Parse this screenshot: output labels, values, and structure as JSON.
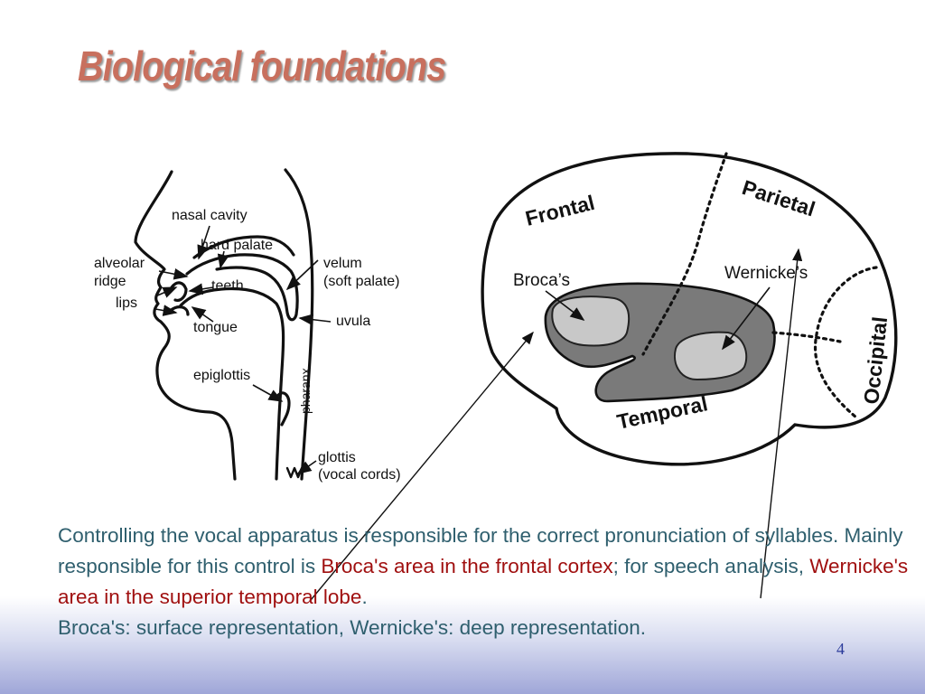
{
  "slide": {
    "title": "Biological foundations",
    "page_number": "4"
  },
  "vocal_tract": {
    "labels": {
      "nasal_cavity": "nasal cavity",
      "hard_palate": "hard palate",
      "alveolar": "alveolar",
      "ridge": "ridge",
      "lips": "lips",
      "teeth": "teeth",
      "tongue": "tongue",
      "velum": "velum",
      "soft_palate": "(soft palate)",
      "uvula": "uvula",
      "epiglottis": "epiglottis",
      "pharanx": "pharanx",
      "glottis": "glottis",
      "vocal_cords": "(vocal cords)"
    }
  },
  "brain": {
    "lobes": {
      "frontal": "Frontal",
      "parietal": "Parietal",
      "occipital": "Occipital",
      "temporal": "Temporal"
    },
    "areas": {
      "broca": "Broca’s",
      "wernicke": "Wernicke’s"
    },
    "colors": {
      "dark_region": "#7a7a7a",
      "light_area": "#c8c8c8"
    }
  },
  "caption": {
    "part1": "Controlling the vocal apparatus is responsible for the correct pronunciation of syllables. Mainly responsible for this control is ",
    "highlight1": "Broca's area in the frontal cortex",
    "part2": "; for speech analysis, ",
    "highlight2": "Wernicke's area in the superior temporal lobe",
    "part3": ".",
    "line4": "Broca's: surface representation, Wernicke's: deep representation.",
    "text_color": "#2f5f6e",
    "highlight_color": "#a01010"
  }
}
